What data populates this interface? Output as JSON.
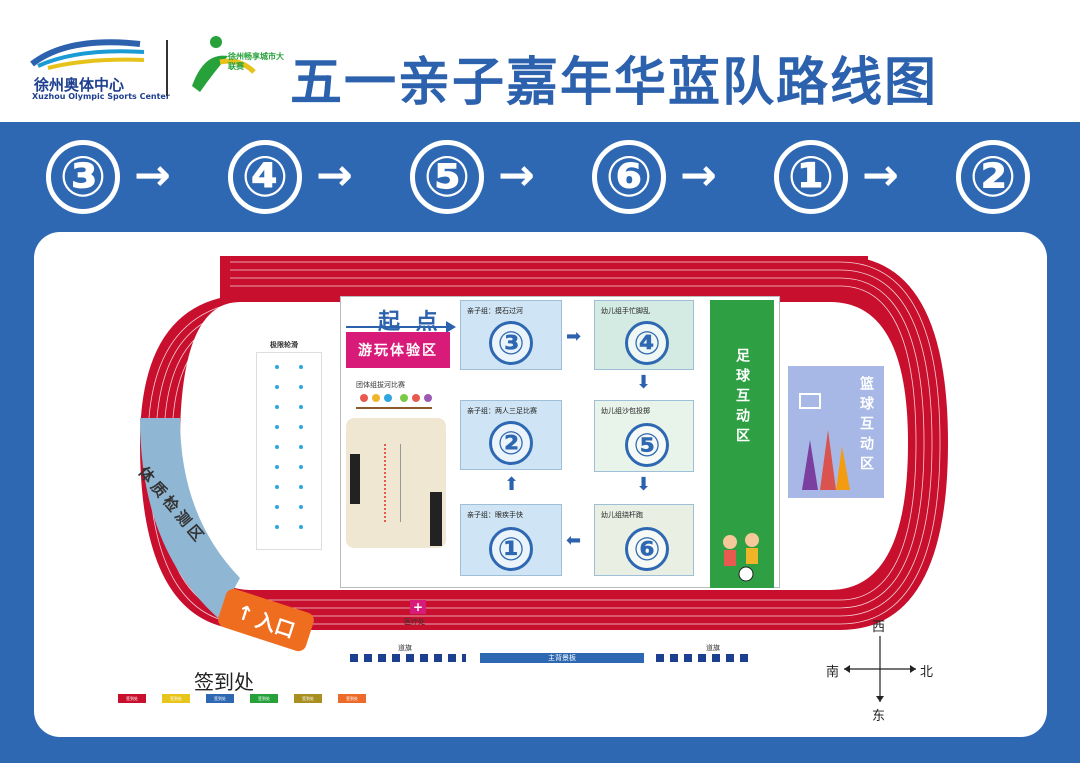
{
  "header": {
    "org_name_cn": "徐州奥体中心",
    "org_name_en": "Xuzhou Olympic Sports Center",
    "league_name_cn": "徐州畅享城市大联赛",
    "title": "五一亲子嘉年华蓝队路线图"
  },
  "route_sequence": [
    "③",
    "④",
    "⑤",
    "⑥",
    "①",
    "②"
  ],
  "route_arrow": "→",
  "map": {
    "start_label": "起 点",
    "play_zone": "游玩体验区",
    "fitness_zone": "体质检测区",
    "entrance": "入口",
    "entrance_arrow": "↑",
    "roller_label": "极限轮滑",
    "tug_label": "团体组拔河比赛",
    "football": "足球互动区",
    "basketball": "篮球互动区",
    "medical_label": "医疗处",
    "medical_symbol": "+",
    "flags_left": "道旗",
    "flags_right": "道旗",
    "backdrop": "主背景板",
    "checkin": "签到处",
    "zones": [
      {
        "number": "③",
        "label": "亲子组：摸石过河"
      },
      {
        "number": "④",
        "label": "幼儿组手忙脚乱"
      },
      {
        "number": "⑤",
        "label": "幼儿组沙包投掷"
      },
      {
        "number": "⑥",
        "label": "幼儿组绕杆跑"
      },
      {
        "number": "①",
        "label": "亲子组：眼疾手快"
      },
      {
        "number": "②",
        "label": "亲子组：两人三足比赛"
      }
    ],
    "zone_arrows": {
      "right": "➡",
      "down": "⬇",
      "left": "⬅",
      "up": "⬆"
    },
    "legend_text": "签到处",
    "legend_colors": [
      "#c8102e",
      "#e8c51a",
      "#2f68b2",
      "#27a23b",
      "#a88f20",
      "#ee6a2a"
    ],
    "compass": {
      "north": "北",
      "south": "南",
      "east": "东",
      "west": "西"
    }
  },
  "colors": {
    "brand_blue": "#2f68b2",
    "track_red": "#c8102e",
    "zone_blue": "#cfe4f4",
    "football_green": "#2ea043",
    "entrance_orange": "#ef6d1f",
    "fitness_blue": "#8fb6d3"
  }
}
